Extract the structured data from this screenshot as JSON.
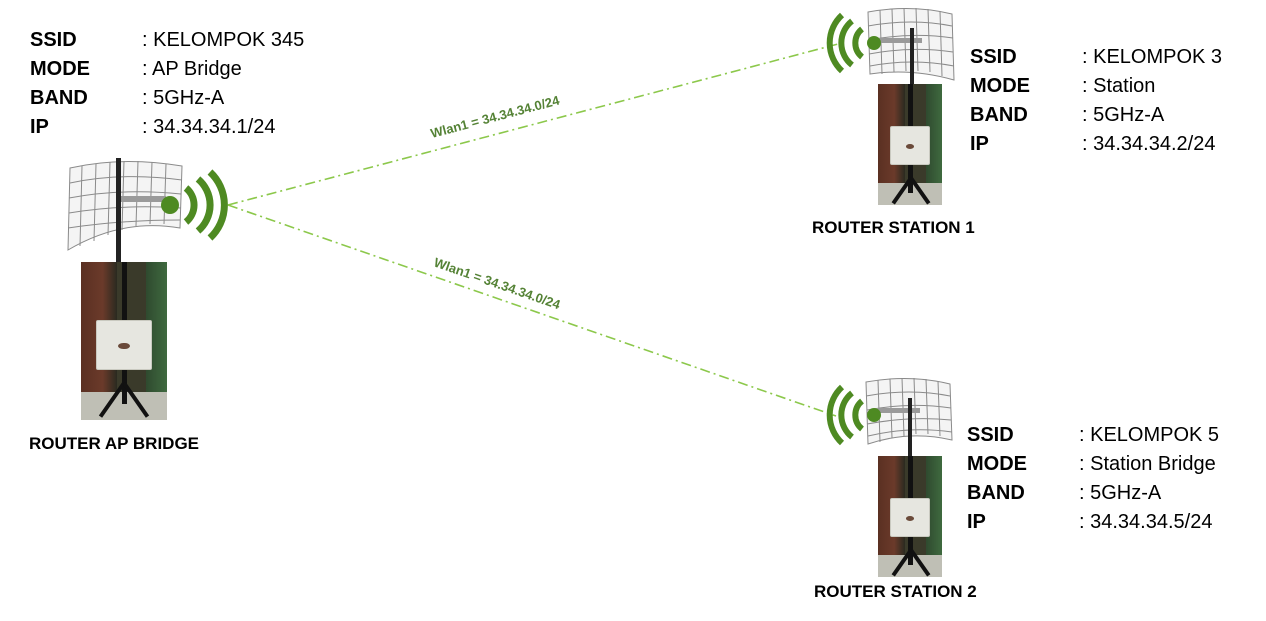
{
  "links": [
    {
      "label": "Wlan1 = 34.34.34.0/24"
    },
    {
      "label": "Wlan1 = 34.34.34.0/24"
    }
  ],
  "nodes": {
    "ap_bridge": {
      "label": "ROUTER AP BRIDGE",
      "info": [
        {
          "key": "SSID",
          "value": ": KELOMPOK 345"
        },
        {
          "key": "MODE",
          "value": ": AP Bridge"
        },
        {
          "key": "BAND",
          "value": ": 5GHz-A"
        },
        {
          "key": "IP",
          "value": ": 34.34.34.1/24"
        }
      ]
    },
    "station_1": {
      "label": "ROUTER STATION 1",
      "info": [
        {
          "key": "SSID",
          "value": ": KELOMPOK 3"
        },
        {
          "key": "MODE",
          "value": ": Station"
        },
        {
          "key": "BAND",
          "value": ": 5GHz-A"
        },
        {
          "key": "IP",
          "value": ": 34.34.34.2/24"
        }
      ]
    },
    "station_2": {
      "label": "ROUTER STATION 2",
      "info": [
        {
          "key": "SSID",
          "value": ": KELOMPOK 5"
        },
        {
          "key": "MODE",
          "value": ": Station Bridge"
        },
        {
          "key": "BAND",
          "value": ": 5GHz-A"
        },
        {
          "key": "IP",
          "value": ": 34.34.34.5/24"
        }
      ]
    }
  },
  "colors": {
    "link_line": "#8cc84b",
    "link_label": "#548235",
    "wifi_signal": "#4e8a22"
  },
  "icons": [
    "grid-dish-antenna-icon",
    "wifi-signal-icon",
    "router-photo"
  ]
}
